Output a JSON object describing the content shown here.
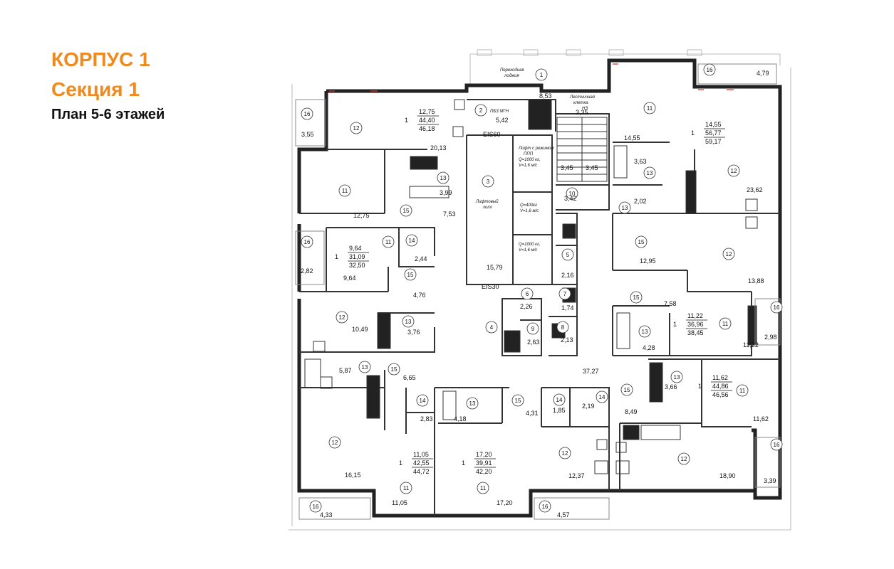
{
  "header": {
    "building": "КОРПУС 1",
    "section": "Секция 1",
    "floors": "План  5-6 этажей"
  },
  "plan": {
    "notes": {
      "loggia": [
        "Переходная",
        "лоджия"
      ],
      "mgn": "ПБЗ МГН",
      "stair": [
        "Лестничная",
        "клетка",
        "НЗ"
      ],
      "lift1": [
        "Лифт с режимом",
        "ППП",
        "Q=1000 кг,",
        "V=1,6 м/с"
      ],
      "lift2": [
        "Q=400кг",
        "V=1,6 м/с"
      ],
      "lift3": [
        "Q=1000 кг,",
        "V=1,6 м/с"
      ],
      "hall": [
        "Лифтовый",
        "холл"
      ],
      "door_top": "EIS60",
      "door_bottom": "EIS30"
    },
    "apartments": [
      {
        "rooms": "1",
        "living": "12,75",
        "total": "44,40",
        "total_loggia": "46,18"
      },
      {
        "rooms": "1",
        "living": "14,55",
        "total": "56,77",
        "total_loggia": "59,17"
      },
      {
        "rooms": "1",
        "living": "9,64",
        "total": "31,09",
        "total_loggia": "32,50"
      },
      {
        "rooms": "1",
        "living": "11,22",
        "total": "36,96",
        "total_loggia": "38,45"
      },
      {
        "rooms": "1",
        "living": "11,62",
        "total": "44,86",
        "total_loggia": "46,56"
      },
      {
        "rooms": "1",
        "living": "11,05",
        "total": "42,55",
        "total_loggia": "44,72"
      },
      {
        "rooms": "1",
        "living": "17,20",
        "total": "39,91",
        "total_loggia": "42,20"
      }
    ],
    "room_numbers": [
      "1",
      "2",
      "3",
      "4",
      "5",
      "6",
      "7",
      "8",
      "9",
      "10",
      "11",
      "12",
      "13",
      "14",
      "15",
      "16"
    ],
    "room_areas": [
      "8,53",
      "5,42",
      "3,35",
      "3,45",
      "3,45",
      "3,42",
      "15,79",
      "37,27",
      "2,16",
      "2,26",
      "1,74",
      "2,13",
      "2,63",
      "3,55",
      "20,13",
      "3,99",
      "12,75",
      "7,53",
      "2,44",
      "9,64",
      "2,82",
      "4,76",
      "10,49",
      "3,76",
      "5,87",
      "6,65",
      "2,83",
      "16,15",
      "11,05",
      "4,18",
      "4,31",
      "17,20",
      "1,85",
      "2,19",
      "12,37",
      "8,49",
      "4,33",
      "4,57",
      "4,79",
      "14,55",
      "23,62",
      "3,63",
      "2,02",
      "12,95",
      "13,88",
      "7,58",
      "2,98",
      "4,28",
      "11,22",
      "3,66",
      "11,62",
      "18,90",
      "3,39"
    ]
  }
}
